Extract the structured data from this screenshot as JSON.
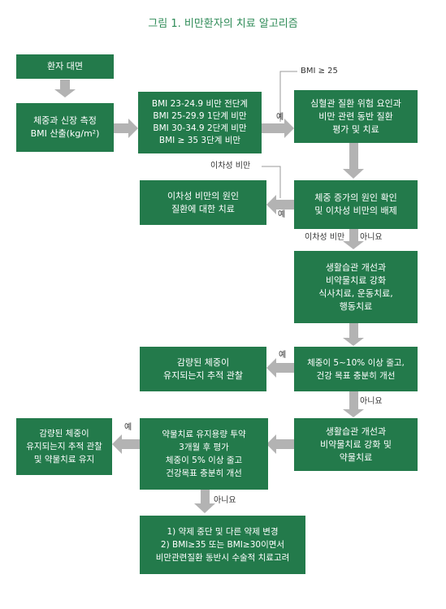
{
  "title": "그림 1. 비만환자의 치료 알고리즘",
  "boxes": {
    "visit": "환자 대면",
    "measure": "체중과 신장 측정\nBMI 산출(kg/m²)",
    "bmi_class": "BMI 23-24.9 비만 전단계\nBMI 25-29.9 1단계 비만\nBMI 30-34.9 2단계 비만\nBMI ≥ 35 3단계 비만",
    "cv_risk": "심혈관 질환 위험 요인과\n비만 관련 동반 질환\n평가 및 치료",
    "cause_check": "체중 증가의 원인 확인\n및 이차성 비만의 배제",
    "secondary_tx": "이차성 비만의 원인\n질환에 대한 치료",
    "lifestyle1": "생활습관 개선과\n비약물치료 강화\n식사치료, 운동치료,\n행동치료",
    "loss_goal": "체중이 5~10% 이상 줄고,\n건강 목표 충분히 개선",
    "maintain1": "감량된 체중이\n유지되는지 추적 관찰",
    "lifestyle2": "생활습관 개선과\n비약물치료 강화 및\n약물치료",
    "drug_eval": "약물치료 유지용량 투약\n3개월 후 평가\n체중이 5% 이상 줄고\n건강목표 충분히 개선",
    "maintain2": "감량된 체중이\n유지되는지 추적 관찰\n및 약물치료 유지",
    "final": "1) 약제 중단 및 다른 약제 변경\n2) BMI≥35 또는 BMI≥30이면서\n비만관련질환 동반시 수술적 치료고려"
  },
  "labels": {
    "bmi25": "BMI ≥ 25",
    "yes1": "예",
    "secondary_obesity_top": "이차성 비만",
    "yes2": "예",
    "secondary_obesity_mid": "이차성 비만",
    "no1": "아니요",
    "yes3": "예",
    "no2": "아니요",
    "yes4": "예",
    "no3": "아니요"
  },
  "colors": {
    "box": "#237a4b",
    "arrow": "#b3b3b3",
    "title": "#2e8b57",
    "connector": "#999999"
  }
}
